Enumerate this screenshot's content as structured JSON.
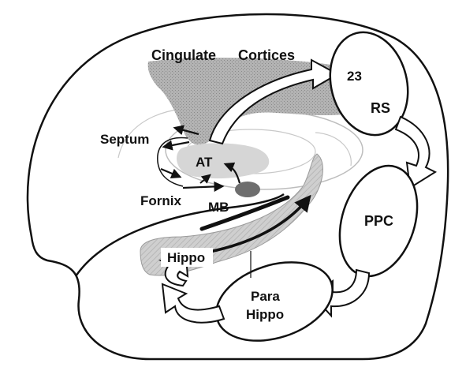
{
  "labels": {
    "cingulate": "Cingulate",
    "cortices": "Cortices",
    "area23": "23",
    "rs": "RS",
    "septum": "Septum",
    "at": "AT",
    "fornix": "Fornix",
    "mb": "MB",
    "ppc": "PPC",
    "hippo": "Hippo",
    "para": "Para",
    "hippo2": "Hippo"
  },
  "colors": {
    "outline": "#111111",
    "shade_dark": "#a9a9a9",
    "shade_mid": "#c4c4c4",
    "shade_light": "#d9d9d9",
    "mb_fill": "#6e6e6e",
    "background": "#ffffff"
  }
}
